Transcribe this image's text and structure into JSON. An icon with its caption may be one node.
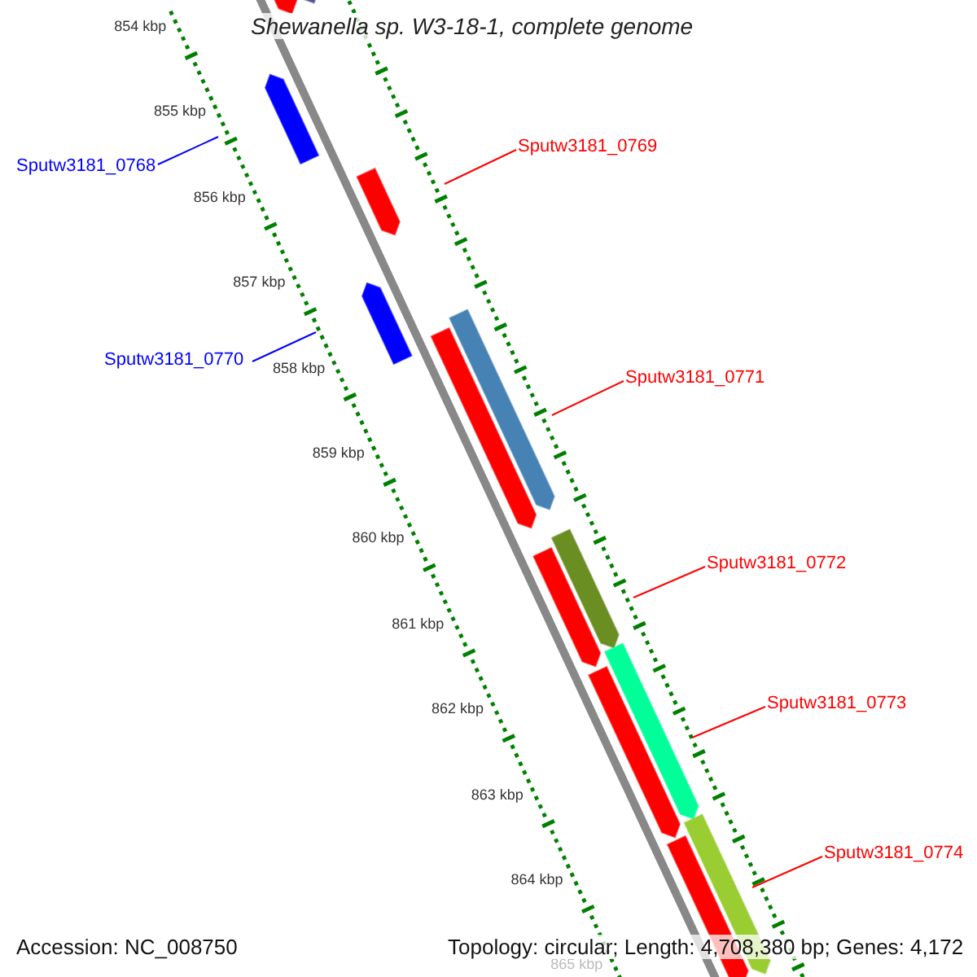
{
  "diagram": {
    "title": "Shewanella sp. W3-18-1, complete genome",
    "nodes": [
      {
        "text": [
          "Sputw3181_0768"
        ]
      },
      {
        "text": [
          "Sputw3181_0769"
        ]
      },
      {
        "text": [
          "Sputw3181_0770"
        ]
      },
      {
        "text": [
          "Sputw3181_0771"
        ]
      },
      {
        "text": [
          "Sputw3181_0772"
        ]
      },
      {
        "text": [
          "Sputw3181_0773"
        ]
      },
      {
        "text": [
          "Sputw3181_0774"
        ]
      }
    ],
    "edges": [
      {
        "from": 0,
        "to": null,
        "arrow": "none",
        "color": "#0000ff"
      },
      {
        "from": 1,
        "to": null,
        "arrow": "none",
        "color": "#ff0000"
      },
      {
        "from": 2,
        "to": null,
        "arrow": "none",
        "color": "#0000ff"
      },
      {
        "from": 3,
        "to": null,
        "arrow": "none",
        "color": "#ff0000"
      },
      {
        "from": 4,
        "to": null,
        "arrow": "none",
        "color": "#ff0000"
      },
      {
        "from": 5,
        "to": null,
        "arrow": "none",
        "color": "#ff0000"
      },
      {
        "from": 6,
        "to": null,
        "arrow": "none",
        "color": "#ff0000"
      }
    ],
    "labels": [
      "854 kbp",
      "855 kbp",
      "856 kbp",
      "857 kbp",
      "858 kbp",
      "859 kbp",
      "860 kbp",
      "861 kbp",
      "862 kbp",
      "863 kbp",
      "864 kbp",
      "865 kbp",
      "Accession: NC_008750",
      "Topology: circular; Length: 4,708,380 bp; Genes: 4,172"
    ]
  }
}
